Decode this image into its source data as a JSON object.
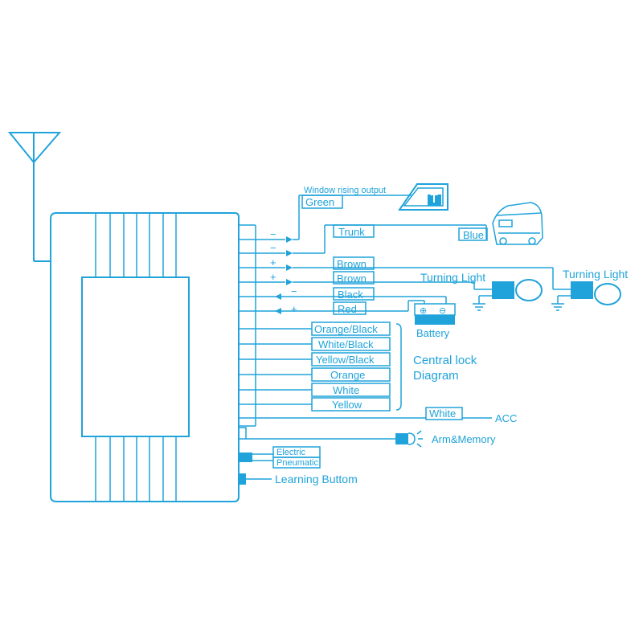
{
  "labels": {
    "window_output": "Window rising output",
    "green": "Green",
    "trunk": "Trunk",
    "blue": "Blue",
    "brown1": "Brown",
    "brown2": "Brown",
    "black": "Black",
    "red": "Red",
    "turning_light_1": "Turning Light",
    "turning_light_2": "Turning Light",
    "battery": "Battery",
    "orange_black": "Orange/Black",
    "white_black": "White/Black",
    "yellow_black": "Yellow/Black",
    "orange": "Orange",
    "white": "White",
    "yellow": "Yellow",
    "central_lock_1": "Central lock",
    "central_lock_2": "Diagram",
    "white_acc": "White",
    "acc": "ACC",
    "arm_memory": "Arm&Memory",
    "electric": "Electric",
    "pneumatic": "Pneumatic",
    "learning_button": "Learning Buttom"
  },
  "signs": {
    "minus": "−",
    "plus": "+",
    "batt_plus": "⊕",
    "batt_minus": "⊖"
  },
  "colors": {
    "line": "#1fa3da",
    "background": "#ffffff"
  }
}
